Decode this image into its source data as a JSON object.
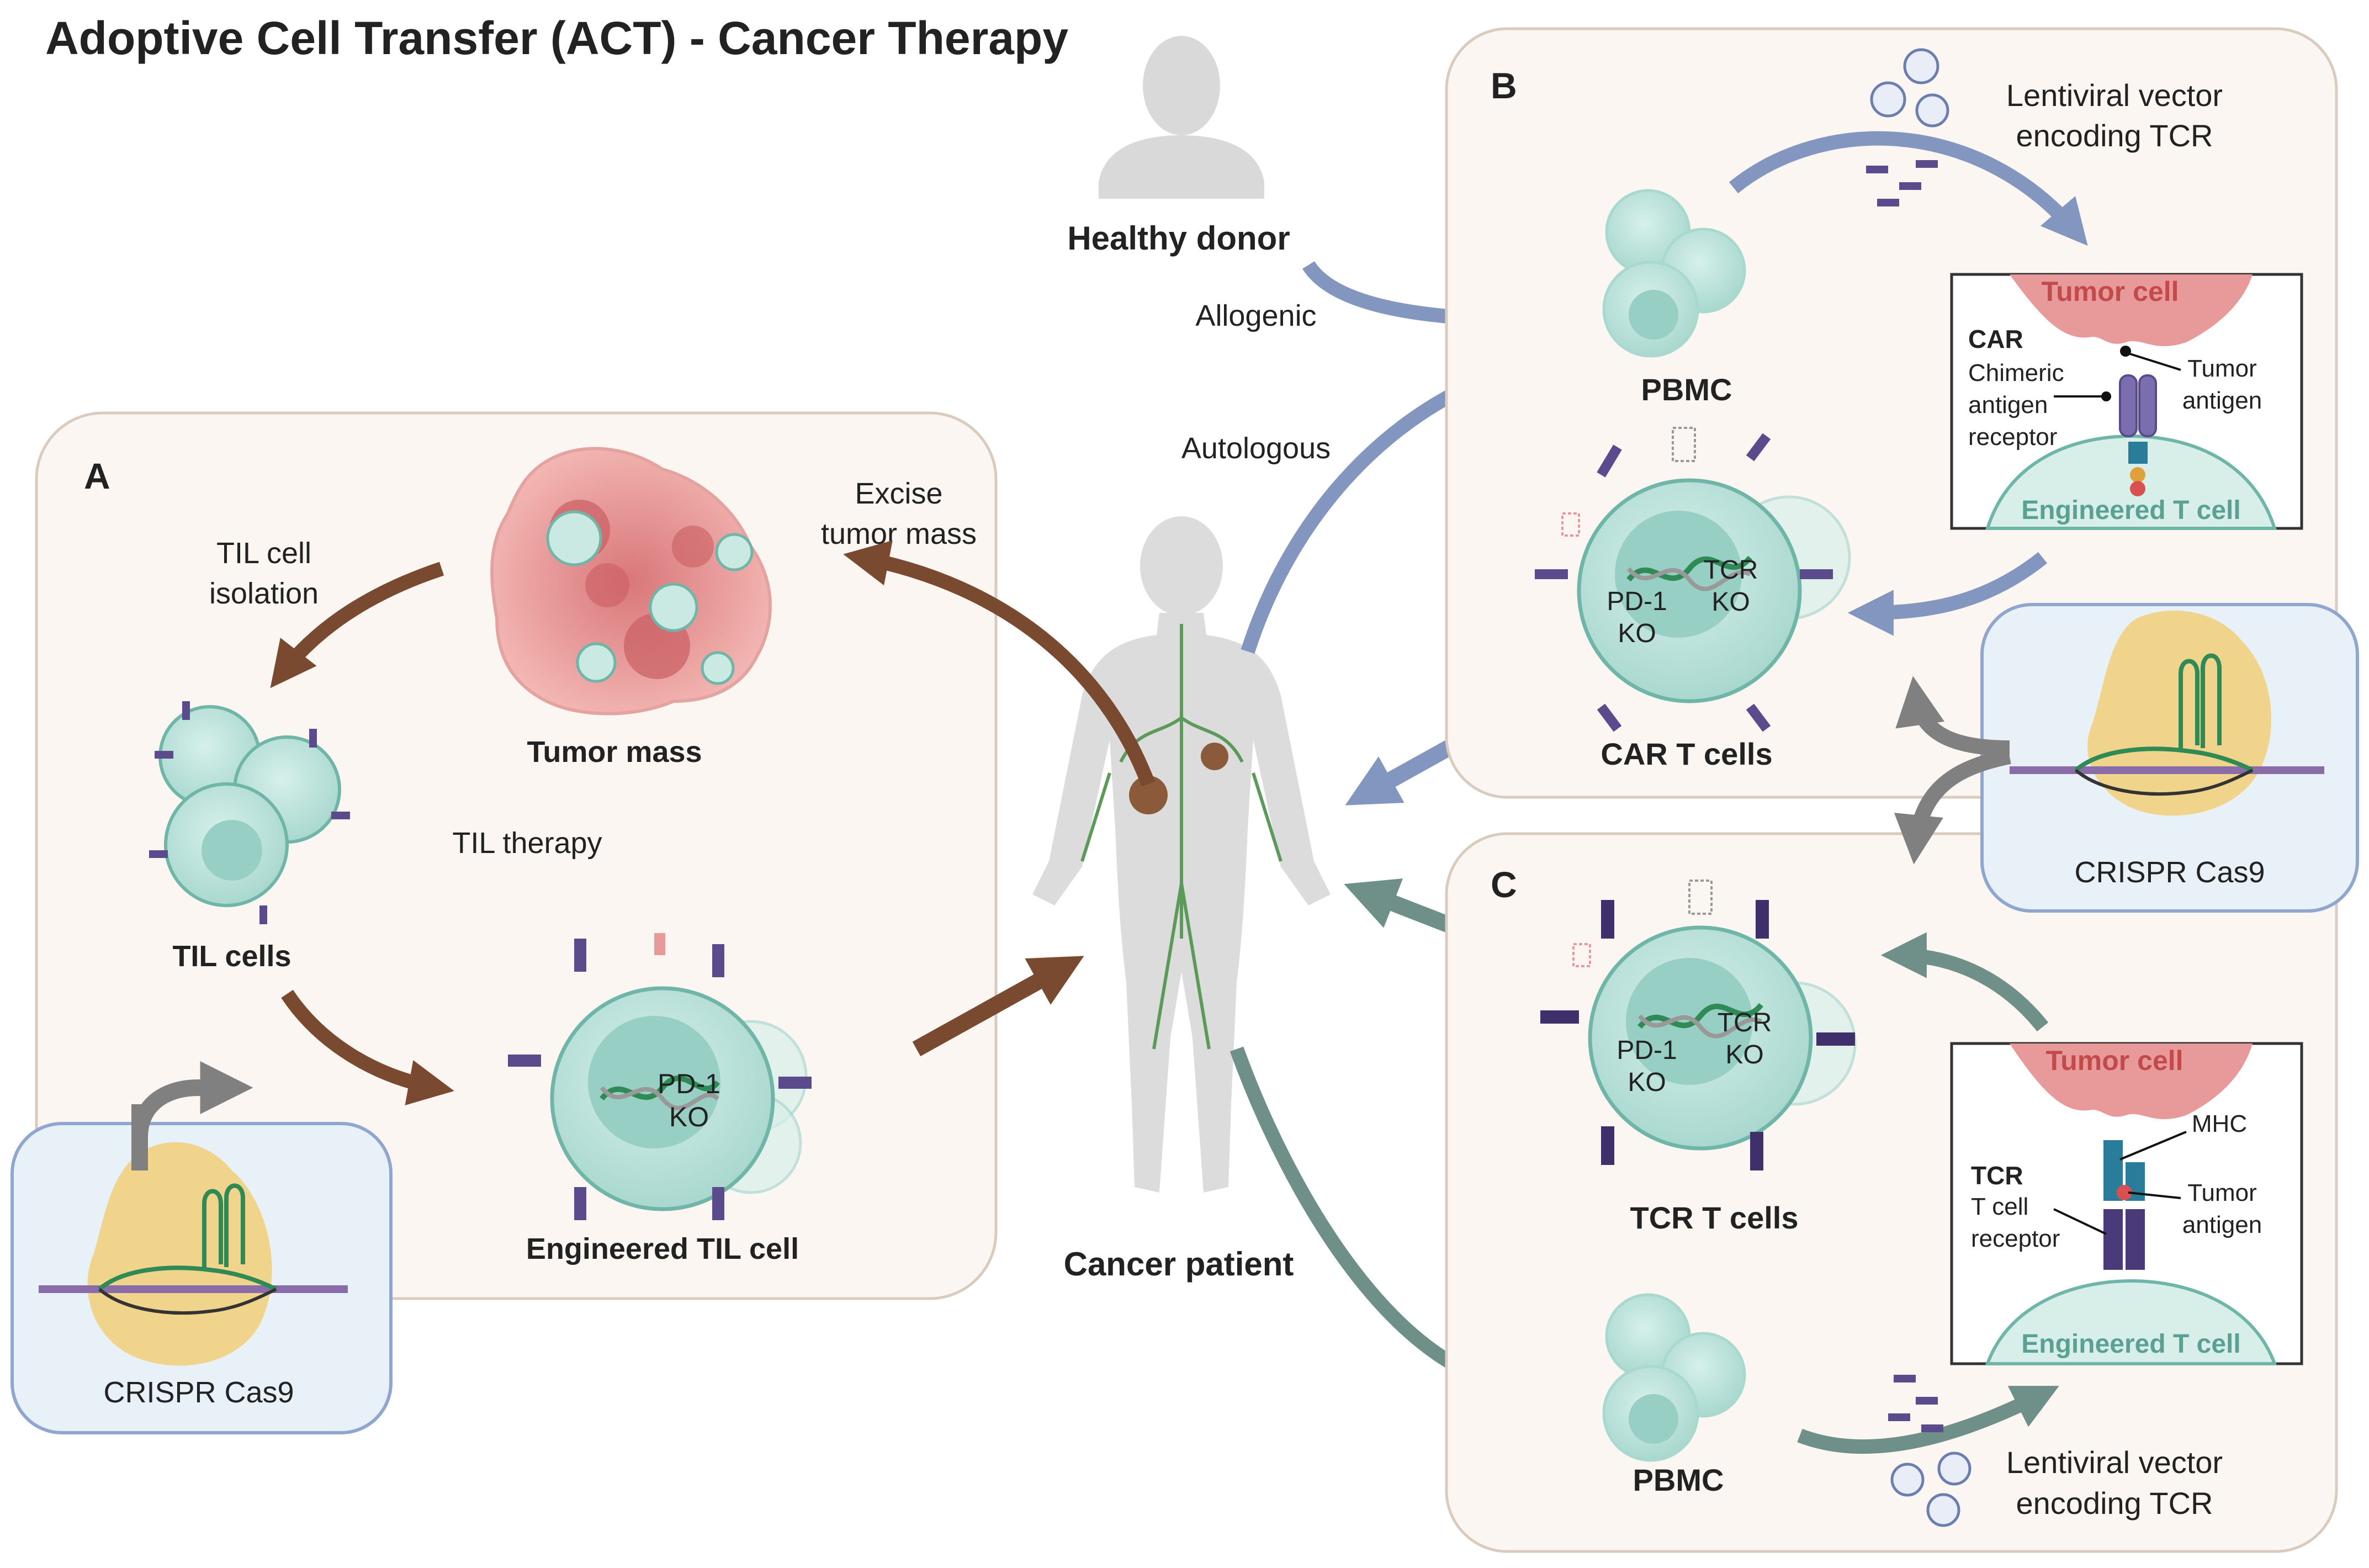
{
  "title": "Adoptive Cell Transfer (ACT) - Cancer Therapy",
  "center": {
    "healthy_donor": "Healthy donor",
    "allogenic": "Allogenic",
    "autologous": "Autologous",
    "cancer_patient": "Cancer patient"
  },
  "panel_a": {
    "letter": "A",
    "excise_1": "Excise",
    "excise_2": "tumor mass",
    "til_isolation_1": "TIL cell",
    "til_isolation_2": "isolation",
    "tumor_mass": "Tumor mass",
    "til_therapy": "TIL therapy",
    "til_cells": "TIL cells",
    "engineered_til": "Engineered TIL cell",
    "pd1": "PD-1",
    "ko": "KO",
    "crispr": "CRISPR Cas9"
  },
  "panel_b": {
    "letter": "B",
    "lentiviral_1": "Lentiviral vector",
    "lentiviral_2": "encoding TCR",
    "pbmc": "PBMC",
    "tumor_cell": "Tumor cell",
    "car": "CAR",
    "chimeric": "Chimeric",
    "antigen": "antigen",
    "receptor": "receptor",
    "tumor_antigen_1": "Tumor",
    "tumor_antigen_2": "antigen",
    "engineered_t": "Engineered T cell",
    "pd1": "PD-1",
    "ko": "KO",
    "tcr": "TCR",
    "ko2": "KO",
    "car_t_cells": "CAR T cells",
    "crispr": "CRISPR Cas9"
  },
  "panel_c": {
    "letter": "C",
    "pd1": "PD-1",
    "ko": "KO",
    "tcr": "TCR",
    "ko2": "KO",
    "tcr_t_cells": "TCR T cells",
    "tumor_cell": "Tumor cell",
    "mhc": "MHC",
    "tcr_bold": "TCR",
    "t_cell": "T cell",
    "receptor": "receptor",
    "tumor_antigen_1": "Tumor",
    "tumor_antigen_2": "antigen",
    "engineered_t": "Engineered T cell",
    "pbmc": "PBMC",
    "lentiviral_1": "Lentiviral vector",
    "lentiviral_2": "encoding TCR"
  },
  "colors": {
    "panel_bg": "#fbf6f1",
    "panel_border": "#d9cbbd",
    "cell_fill": "#bfe4de",
    "cell_stroke": "#6fb5a8",
    "brown_arrow": "#7a4a30",
    "blue_arrow": "#8396bf",
    "teal_arrow": "#6f9088",
    "tumor_pink": "#e89a9a",
    "receptor_purple": "#5b4a8c",
    "dna_green": "#2f8a55",
    "crispr_bg": "#e8f0f8",
    "crispr_yellow": "#f2cf78"
  }
}
